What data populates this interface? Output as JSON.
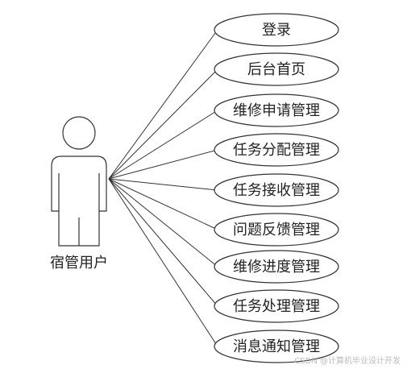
{
  "actor": {
    "label": "宿管用户"
  },
  "use_cases": [
    "登录",
    "后台首页",
    "维修申请管理",
    "任务分配管理",
    "任务接收管理",
    "问题反馈管理",
    "维修进度管理",
    "任务处理管理",
    "消息通知管理"
  ],
  "watermark": "CSDN @计算机毕业设计开发",
  "colors": {
    "stroke": "#333333",
    "ellipse_fill": "#ffffff",
    "text": "#222222"
  }
}
